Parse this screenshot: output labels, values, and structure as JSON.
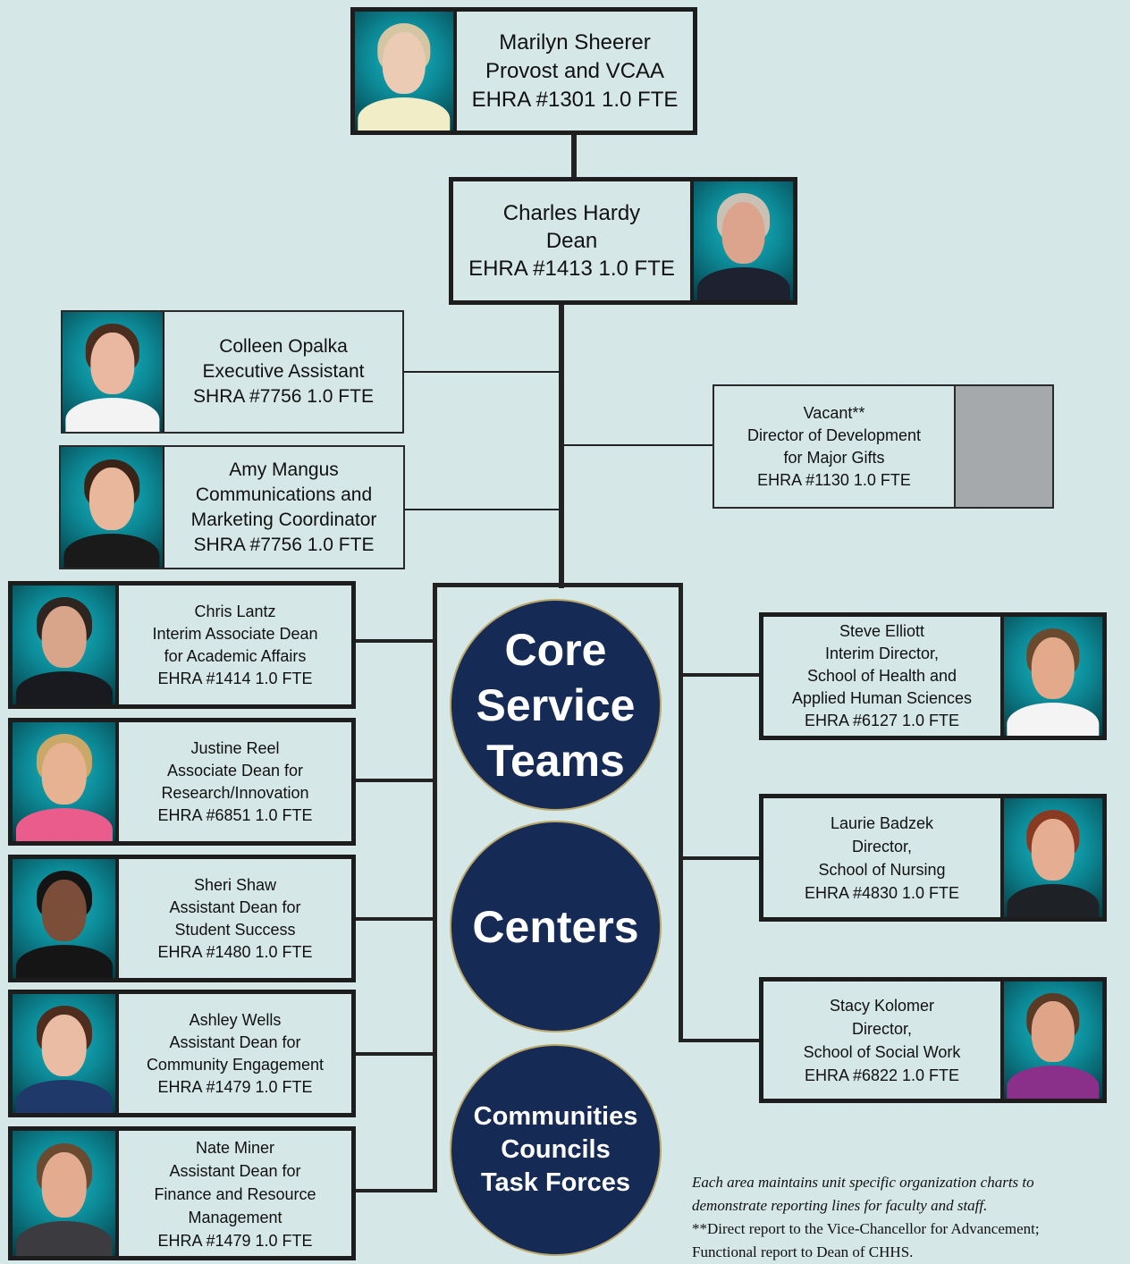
{
  "provost": {
    "name": "Marilyn Sheerer",
    "title": "Provost and VCAA",
    "position": "EHRA #1301 1.0 FTE"
  },
  "dean": {
    "name": "Charles Hardy",
    "title": "Dean",
    "position": "EHRA #1413 1.0 FTE"
  },
  "staff": [
    {
      "lines": [
        "Colleen Opalka",
        "Executive Assistant",
        "SHRA #7756 1.0 FTE"
      ]
    },
    {
      "lines": [
        "Amy Mangus",
        "Communications and",
        "Marketing Coordinator",
        "SHRA #7756 1.0 FTE"
      ]
    }
  ],
  "vacant": {
    "lines": [
      "Vacant**",
      "Director of Development",
      "for Major Gifts",
      "EHRA #1130 1.0 FTE"
    ]
  },
  "associate_deans": [
    {
      "lines": [
        "Chris Lantz",
        "Interim Associate Dean",
        "for Academic Affairs",
        "EHRA #1414 1.0 FTE"
      ]
    },
    {
      "lines": [
        "Justine Reel",
        "Associate Dean for",
        "Research/Innovation",
        "EHRA #6851 1.0 FTE"
      ]
    },
    {
      "lines": [
        "Sheri Shaw",
        "Assistant Dean for",
        "Student Success",
        "EHRA #1480 1.0 FTE"
      ]
    },
    {
      "lines": [
        "Ashley Wells",
        "Assistant Dean for",
        "Community Engagement",
        "EHRA #1479 1.0 FTE"
      ]
    },
    {
      "lines": [
        "Nate Miner",
        "Assistant Dean for",
        "Finance and Resource",
        "Management",
        "EHRA #1479 1.0 FTE"
      ]
    }
  ],
  "directors": [
    {
      "lines": [
        "Steve Elliott",
        "Interim Director,",
        "School of Health and",
        "Applied Human Sciences",
        "EHRA #6127 1.0 FTE"
      ]
    },
    {
      "lines": [
        "Laurie Badzek",
        "Director,",
        "School of Nursing",
        "EHRA #4830 1.0 FTE"
      ]
    },
    {
      "lines": [
        "Stacy Kolomer",
        "Director,",
        "School of Social Work",
        "EHRA #6822 1.0 FTE"
      ]
    }
  ],
  "circles": [
    {
      "lines": [
        "Core",
        "Service",
        "Teams"
      ]
    },
    {
      "lines": [
        "Centers"
      ]
    },
    {
      "lines": [
        "Communities",
        "Councils",
        "Task Forces"
      ]
    }
  ],
  "footnote": {
    "line1": "Each area maintains unit specific organization charts to",
    "line2": "demonstrate reporting lines for faculty and staff.",
    "line3": "**Direct report to the Vice-Chancellor for Advancement;",
    "line4": "Functional report to Dean of CHHS."
  },
  "colors": {
    "background": "#d5e7e6",
    "circle": "#152b55",
    "photo_teal": "#0c8895",
    "vacant_gray": "#a6a9ab"
  },
  "icons": [
    "portrait-photo"
  ]
}
